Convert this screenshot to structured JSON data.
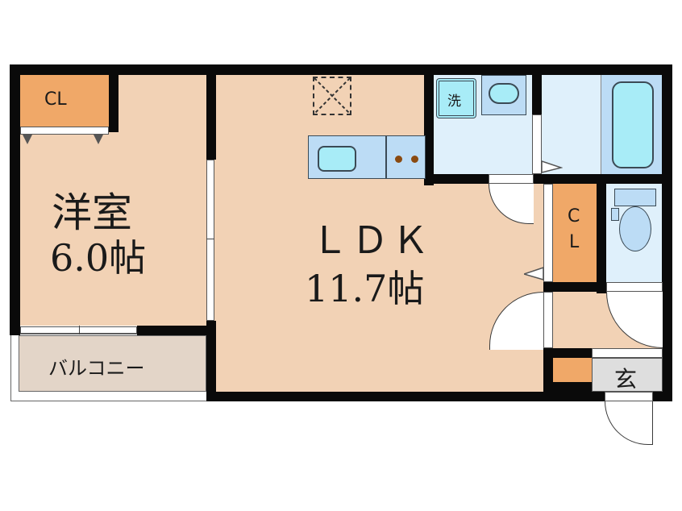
{
  "floor_plan": {
    "rooms": {
      "western_room": {
        "name": "洋室",
        "size": "6.0帖"
      },
      "ldk": {
        "name": "ＬＤＫ",
        "size": "11.7帖"
      },
      "balcony": {
        "name": "バルコニー"
      },
      "entrance": {
        "name": "玄"
      }
    },
    "closets": {
      "western_room_closet": "CL",
      "hall_closet_c": "C",
      "hall_closet_l": "L"
    },
    "fixtures": {
      "washer": "洗"
    },
    "colors": {
      "wall": "#0a0a0a",
      "floor": "#f2d2b5",
      "closet": "#f0a868",
      "wet_area": "#dff0fb",
      "fixture": "#bcdcf5",
      "basin": "#a8ecf7",
      "balcony": "#e3d5c8",
      "entrance": "#dedede"
    }
  }
}
